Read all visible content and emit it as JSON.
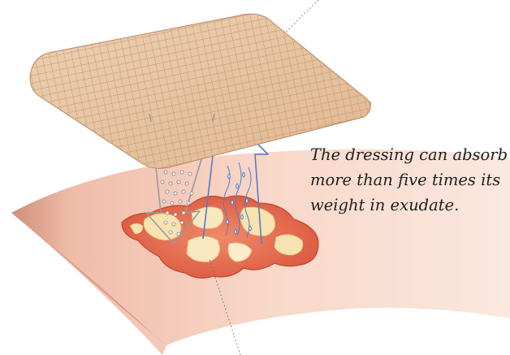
{
  "caption": {
    "lines": [
      "The dressing can absorb",
      "more than five times its",
      "weight in exudate."
    ]
  },
  "colors": {
    "skin_light": "#f7ddd0",
    "skin_dark": "#d49a86",
    "wound_red": "#e2694f",
    "wound_slough": "#f7e3b3",
    "dressing": "#e9c6a3",
    "dressing_grid": "#c89a73",
    "arrow_down": "#9a9a9a",
    "arrow_up": "#4f7fc4"
  },
  "icons": {
    "downward_arrow": "arrow-down-icon",
    "upward_arrow": "arrow-up-icon",
    "droplets": "droplet-icon"
  }
}
